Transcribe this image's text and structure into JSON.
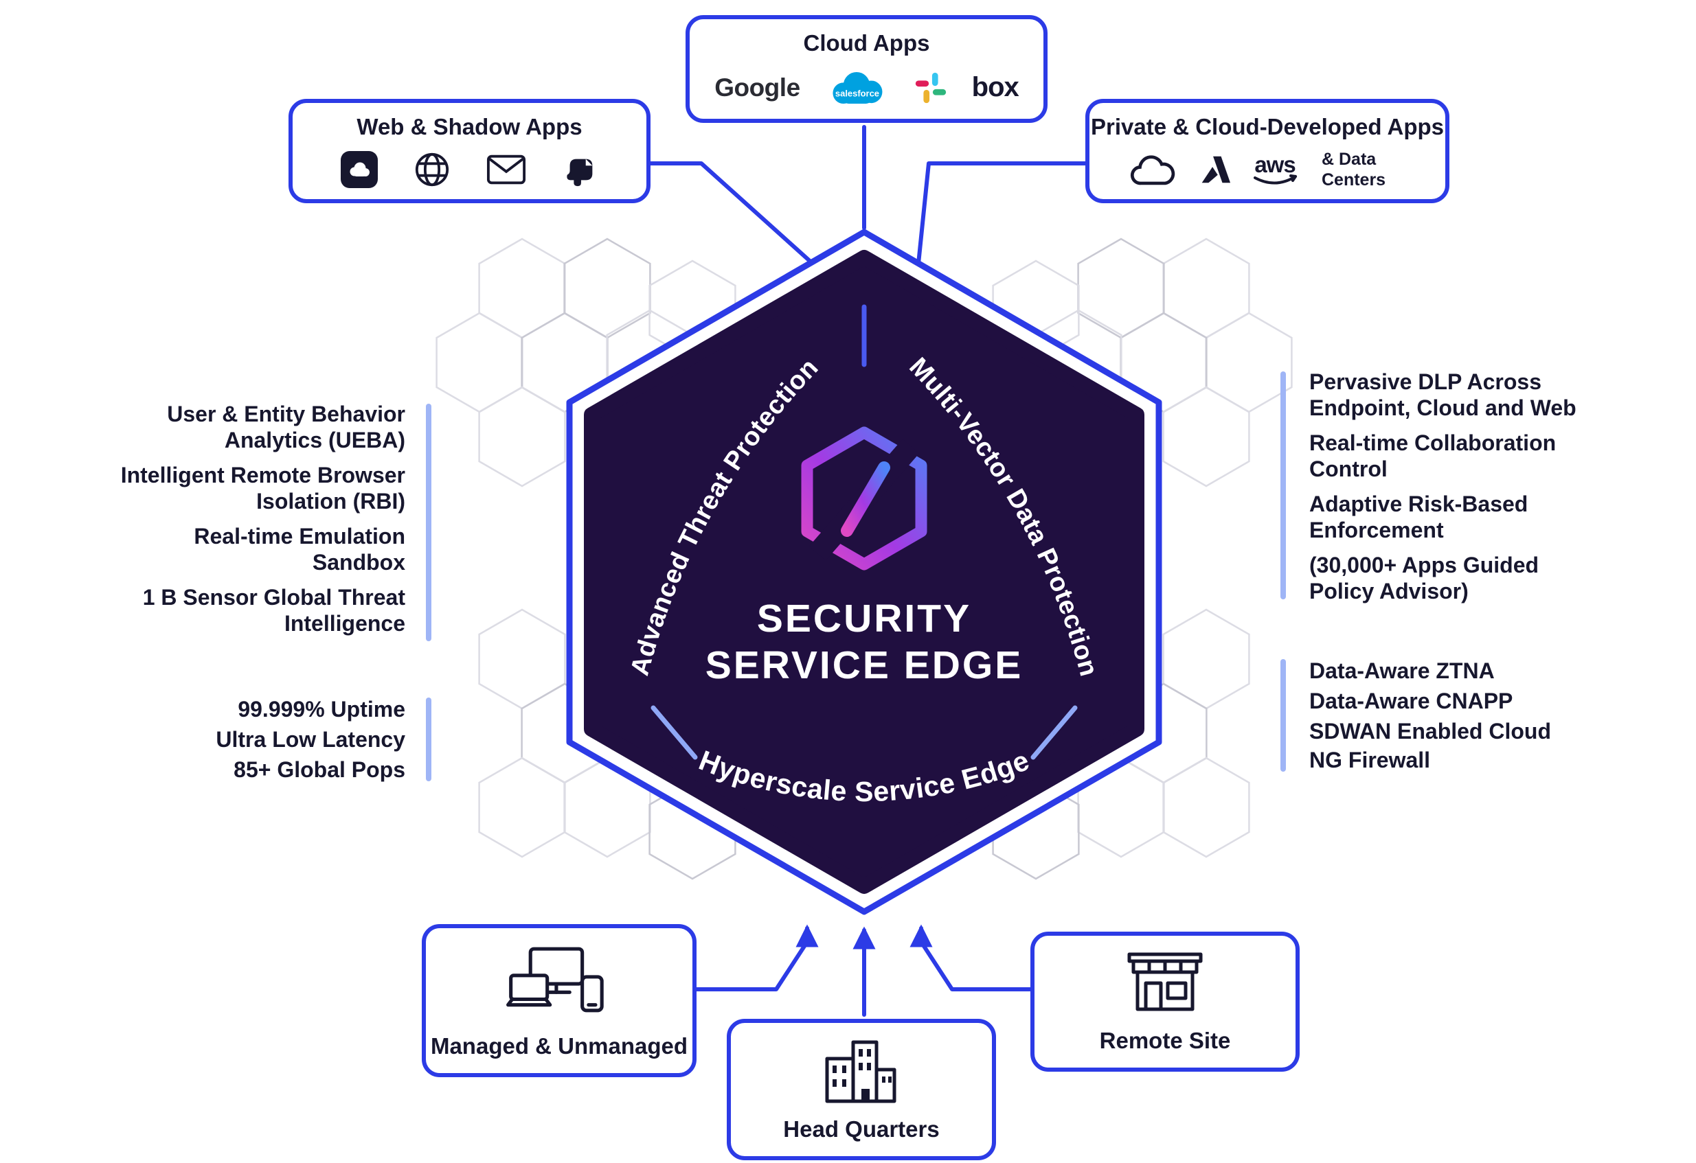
{
  "colors": {
    "primary_blue": "#2C3BE6",
    "dark_hexagon": "#200F40",
    "accent_light_blue": "#9FB5F6",
    "accent_mid_blue": "#4A5AF0",
    "text_dark": "#17172E",
    "logo_gradient": [
      "#4F83F7",
      "#A43AE3",
      "#E049C5"
    ],
    "salesforce_blue": "#00A1E0",
    "slack_colors": [
      "#36C5F0",
      "#2EB67D",
      "#ECB22E",
      "#E01E5A"
    ]
  },
  "hexagon": {
    "title_line1": "SECURITY",
    "title_line2": "SERVICE EDGE",
    "arc_left": "Advanced Threat Protection",
    "arc_right": "Multi-Vector Data Protection",
    "arc_bottom": "Hyperscale Service Edge"
  },
  "top_boxes": {
    "cloud_apps": {
      "title": "Cloud Apps",
      "google_label": "Google",
      "salesforce_label": "salesforce",
      "box_label": "box",
      "icons": [
        "google-logo",
        "salesforce-logo",
        "slack-icon",
        "box-logo"
      ]
    },
    "web_shadow_apps": {
      "title": "Web & Shadow Apps",
      "icons": [
        "cloud-app-icon",
        "globe-icon",
        "mail-icon",
        "evernote-icon"
      ]
    },
    "private_apps": {
      "title": "Private & Cloud-Developed Apps",
      "aws_label": "aws",
      "data_centers_label": "& Data Centers",
      "icons": [
        "google-cloud-icon",
        "azure-icon",
        "aws-logo"
      ]
    }
  },
  "left_features": {
    "group1": [
      "User & Entity Behavior Analytics (UEBA)",
      "Intelligent Remote Browser Isolation (RBI)",
      "Real-time Emulation Sandbox",
      "1 B Sensor Global Threat Intelligence"
    ],
    "group2": [
      "99.999% Uptime",
      "Ultra Low Latency",
      "85+ Global Pops"
    ]
  },
  "right_features": {
    "group1": [
      "Pervasive DLP Across Endpoint, Cloud and Web",
      "Real-time Collaboration Control",
      "Adaptive Risk-Based Enforcement",
      "(30,000+ Apps Guided Policy Advisor)"
    ],
    "group2": [
      "Data-Aware ZTNA",
      "Data-Aware CNAPP",
      "SDWAN Enabled Cloud NG Firewall"
    ]
  },
  "bottom_boxes": {
    "managed": {
      "label": "Managed & Unmanaged",
      "icon": "devices-icon"
    },
    "headquarters": {
      "label": "Head Quarters",
      "icon": "buildings-icon"
    },
    "remote": {
      "label": "Remote Site",
      "icon": "storefront-icon"
    }
  }
}
